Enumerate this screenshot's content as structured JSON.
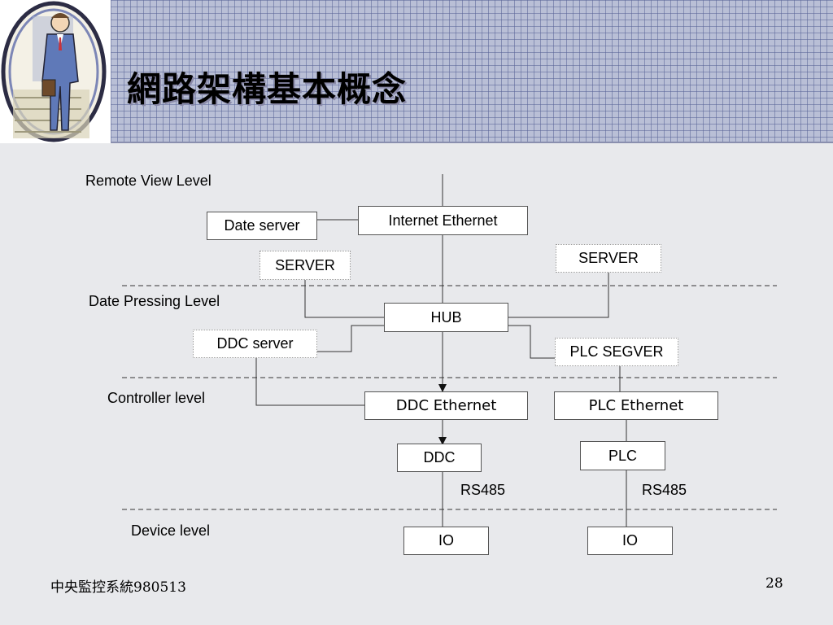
{
  "title": "網路架構基本概念",
  "levels": {
    "remote": "Remote View Level",
    "date_pressing": "Date Pressing Level",
    "controller": "Controller level",
    "device": "Device level"
  },
  "nodes": {
    "internet": "Internet Ethernet",
    "date_server": "Date server",
    "server_left": "SERVER",
    "server_right": "SERVER",
    "hub": "HUB",
    "ddc_server": "DDC server",
    "plc_segver": "PLC SEGVER",
    "ddc_ethernet": "DDC Ethernet",
    "plc_ethernet": "PLC Ethernet",
    "ddc": "DDC",
    "plc": "PLC",
    "io_left": "IO",
    "io_right": "IO"
  },
  "links": {
    "rs485_left": "RS485",
    "rs485_right": "RS485"
  },
  "footer": {
    "left": "中央監控系統980513",
    "page": "28"
  }
}
